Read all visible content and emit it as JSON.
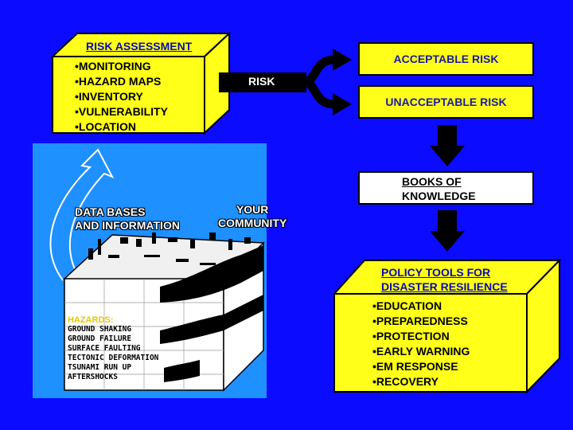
{
  "risk_assessment": {
    "title": "RISK ASSESSMENT",
    "items": [
      "MONITORING",
      "HAZARD MAPS",
      "INVENTORY",
      "VULNERABILITY",
      "LOCATION"
    ]
  },
  "risk_label": "RISK",
  "acceptable_risk": "ACCEPTABLE RISK",
  "unacceptable_risk": "UNACCEPTABLE RISK",
  "books_of_knowledge": [
    "BOOKS OF",
    "KNOWLEDGE"
  ],
  "policy_tools": {
    "title": [
      "POLICY TOOLS FOR",
      "DISASTER RESILIENCE"
    ],
    "items": [
      "EDUCATION",
      "PREPAREDNESS",
      "PROTECTION",
      "EARLY  WARNING",
      "EM RESPONSE",
      "RECOVERY"
    ]
  },
  "community_panel": {
    "data_bases": [
      "DATA BASES",
      "AND INFORMATION"
    ],
    "your_community": [
      "YOUR",
      "COMMUNITY"
    ],
    "hazards_title": "HAZARDS:",
    "hazards": [
      "GROUND SHAKING",
      "GROUND FAILURE",
      "SURFACE FAULTING",
      "TECTONIC DEFORMATION",
      "TSUNAMI RUN UP",
      "AFTERSHOCKS"
    ]
  },
  "colors": {
    "background": "#0b0bff",
    "box": "#ffff1a",
    "panel": "#1e90ff"
  }
}
